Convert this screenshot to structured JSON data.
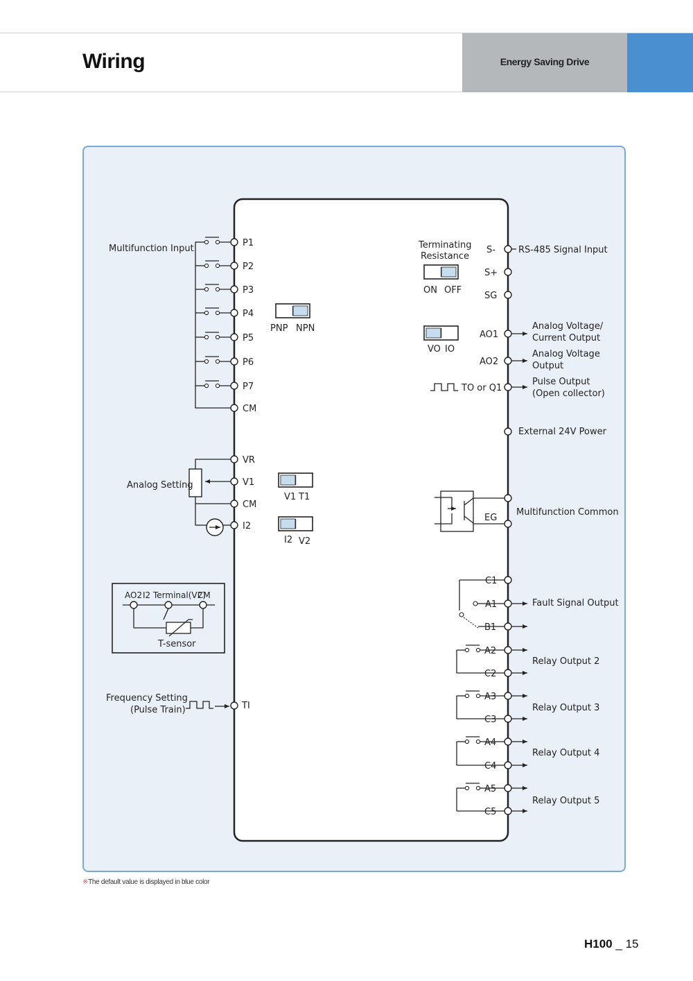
{
  "header": {
    "title": "Wiring",
    "section": "Energy Saving Drive",
    "colors": {
      "gray": "#b5b8ba",
      "blue": "#4a8fd0"
    }
  },
  "diagram": {
    "left_groups": {
      "multifunction_input": "Multifunction Input",
      "analog_setting": "Analog Setting",
      "frequency_setting_line1": "Frequency Setting",
      "frequency_setting_line2": "(Pulse Train)"
    },
    "left_terminals": [
      "P1",
      "P2",
      "P3",
      "P4",
      "P5",
      "P6",
      "P7",
      "CM"
    ],
    "analog_terminals": [
      "VR",
      "V1",
      "CM",
      "I2"
    ],
    "pulse_terminal": "TI",
    "tsensor": {
      "ao2": "AO2",
      "i2": "I2 Terminal(V2)",
      "cm": "CM",
      "label": "T-sensor"
    },
    "switches": {
      "pnp_npn": {
        "left": "PNP",
        "right": "NPN",
        "selected": "right"
      },
      "v1_t1": {
        "left": "V1",
        "right": "T1",
        "selected": "left"
      },
      "i2_v2": {
        "left": "I2",
        "right": "V2",
        "selected": "left"
      },
      "terminating": {
        "title_line1": "Terminating",
        "title_line2": "Resistance",
        "left": "ON",
        "right": "OFF",
        "selected": "right"
      },
      "vo_io": {
        "left": "VO",
        "right": "IO",
        "selected": "left"
      },
      "selected_color": "#c6dcef"
    },
    "right_terminals": {
      "s_minus": "S-",
      "s_plus": "S+",
      "sg": "SG",
      "ao1": "AO1",
      "ao2": "AO2",
      "to_q1": "TO or Q1",
      "eg": "EG",
      "c1": "C1",
      "a1": "A1",
      "b1": "B1",
      "a2": "A2",
      "c2": "C2",
      "a3": "A3",
      "c3": "C3",
      "a4": "A4",
      "c4": "C4",
      "a5": "A5",
      "c5": "C5"
    },
    "right_labels": {
      "rs485": "RS-485 Signal Input",
      "analog_vc_line1": "Analog Voltage/",
      "analog_vc_line2": "Current Output",
      "analog_v_line1": "Analog Voltage",
      "analog_v_line2": "Output",
      "pulse_line1": "Pulse Output",
      "pulse_line2": "(Open collector)",
      "ext24v": "External 24V Power",
      "mf_common": "Multifunction Common",
      "fault": "Fault Signal Output",
      "relay2": "Relay Output 2",
      "relay3": "Relay Output 3",
      "relay4": "Relay Output 4",
      "relay5": "Relay Output 5"
    }
  },
  "footnote": {
    "mark": "※",
    "text": "The default value is displayed in blue color"
  },
  "page": {
    "model": "H100",
    "separator": "_",
    "number": "15"
  }
}
